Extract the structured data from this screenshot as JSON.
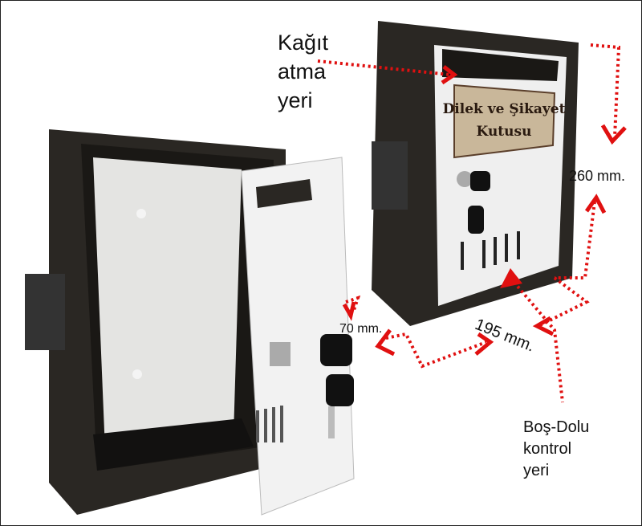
{
  "annotations": {
    "slot_label": [
      "Kağıt",
      "atma",
      "yeri"
    ],
    "height_label": "260 mm.",
    "depth_label": "70 mm.",
    "width_label": "195 mm.",
    "fill_check_label": [
      "Boş-Dolu",
      "kontrol",
      "yeri"
    ]
  },
  "plate": {
    "line1": "Dilek ve Şikayet",
    "line2": "Kutusu"
  },
  "colors": {
    "arrow": "#e01010",
    "box_body": "#2a2723",
    "box_front": "#efefef",
    "plate": "#c9b79a"
  }
}
